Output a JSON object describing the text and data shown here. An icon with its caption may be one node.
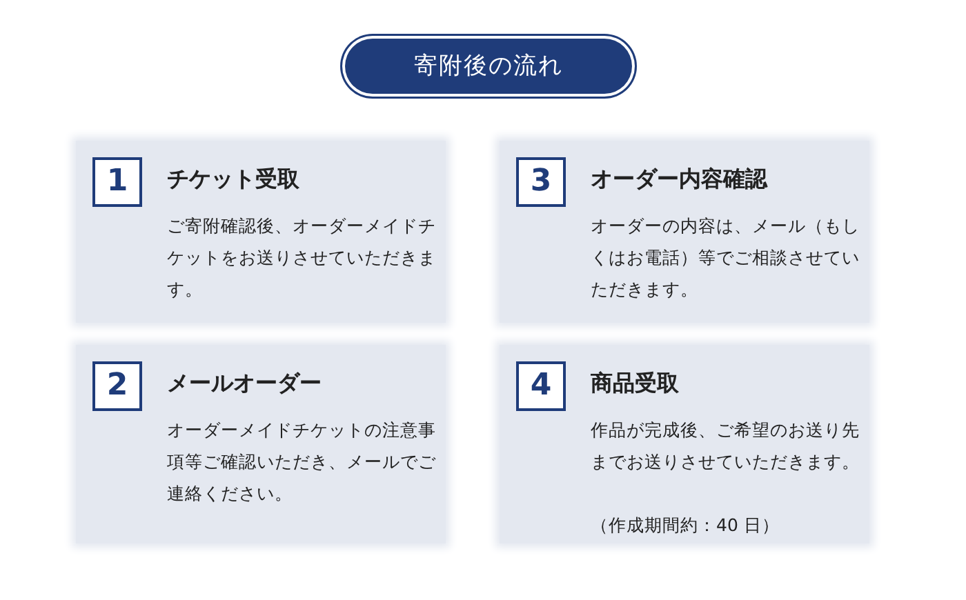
{
  "diagram": {
    "title": "寄附後の流れ",
    "nodes": [
      {
        "text": [
          "チケット受取",
          "ご寄附確認後、オーダーメイドチケットをお送りさせていただきます。"
        ]
      },
      {
        "text": [
          "1"
        ],
        "in": 0
      },
      {
        "text": [
          "オーダー内容確認",
          "オーダーの内容は、メール（もしくはお電話）等でご相談させていただきます。"
        ]
      },
      {
        "text": [
          "3"
        ],
        "in": 2
      },
      {
        "text": [
          "メールオーダー",
          "オーダーメイドチケットの注意事項等ご確認いただき、メールでご連絡ください。"
        ]
      },
      {
        "text": [
          "2"
        ],
        "in": 4
      },
      {
        "text": [
          "商品受取",
          "作品が完成後、ご希望のお送り先までお送りさせていただきます。",
          "（作成期間約：40 日）"
        ]
      },
      {
        "text": [
          "4"
        ],
        "in": 6
      }
    ]
  }
}
